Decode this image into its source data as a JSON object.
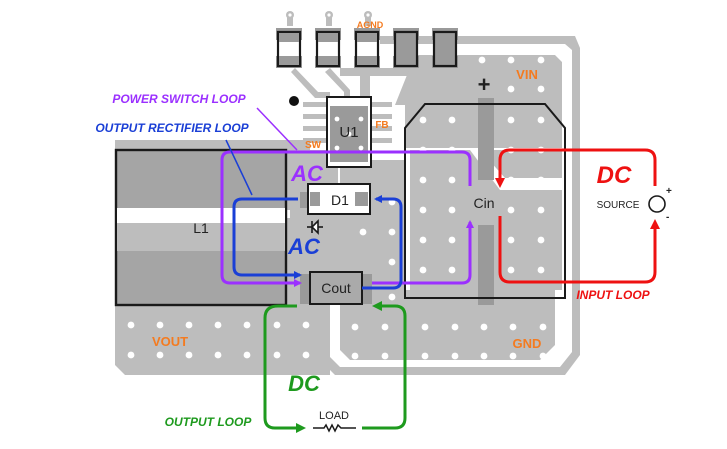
{
  "diagram": {
    "title": "Buck converter PCB layout current loops",
    "colors": {
      "copper": "#bdbdbd",
      "copper_dark": "#9a9a9a",
      "outline": "#1a1a1a",
      "via": "#ffffff",
      "net_label": "#f47b20",
      "power_switch_loop": "#9b30ff",
      "output_rectifier_loop": "#1a3fd6",
      "input_loop": "#ee1111",
      "output_loop": "#1e9a1e"
    },
    "net_labels": {
      "agnd": "AGND",
      "vin": "VIN",
      "fb": "FB",
      "sw": "SW",
      "vout": "VOUT",
      "gnd": "GND"
    },
    "components": {
      "u1": "U1",
      "d1": "D1",
      "l1": "L1",
      "cin": "Cin",
      "cout": "Cout",
      "source": "SOURCE",
      "load": "LOAD",
      "plus_marker": "+",
      "source_plus": "+",
      "source_minus": "-"
    },
    "loops": [
      {
        "id": "power-switch",
        "label": "POWER SWITCH LOOP",
        "type": "AC"
      },
      {
        "id": "output-rectifier",
        "label": "OUTPUT RECTIFIER LOOP",
        "type": "AC"
      },
      {
        "id": "input",
        "label": "INPUT LOOP",
        "type": "DC"
      },
      {
        "id": "output",
        "label": "OUTPUT LOOP",
        "type": "DC"
      }
    ]
  }
}
